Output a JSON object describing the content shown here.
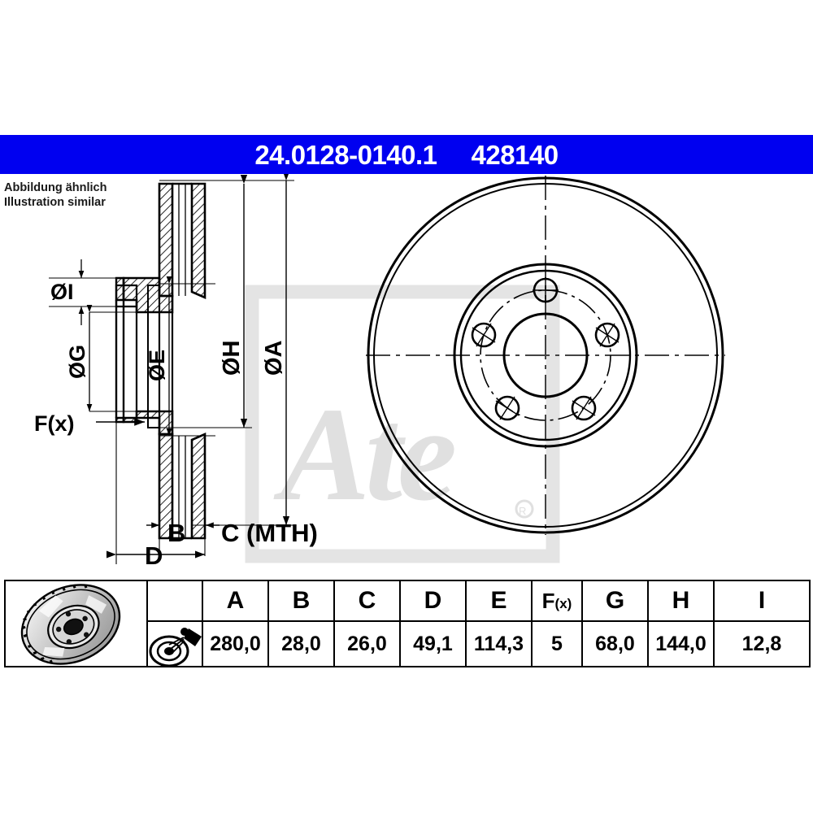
{
  "header": {
    "part_number": "24.0128-0140.1",
    "article_number": "428140",
    "bar_color": "#0000f0",
    "text_color": "#ffffff"
  },
  "note": {
    "line_de": "Abbildung ähnlich",
    "line_en": "Illustration similar"
  },
  "watermark": {
    "brand": "Ate",
    "registered_mark": "®",
    "color": "#e2e2e2"
  },
  "drawing": {
    "section_view": {
      "name": "brake-disc-cross-section",
      "labels": [
        {
          "id": "I",
          "text": "ØI",
          "orientation": "horizontal"
        },
        {
          "id": "G",
          "text": "ØG",
          "orientation": "vertical"
        },
        {
          "id": "E",
          "text": "ØE",
          "orientation": "vertical"
        },
        {
          "id": "H",
          "text": "ØH",
          "orientation": "vertical"
        },
        {
          "id": "A",
          "text": "ØA",
          "orientation": "vertical"
        },
        {
          "id": "F",
          "text": "F(x)",
          "orientation": "horizontal"
        },
        {
          "id": "B",
          "text": "B",
          "orientation": "horizontal"
        },
        {
          "id": "C",
          "text": "C (MTH)",
          "orientation": "horizontal"
        },
        {
          "id": "D",
          "text": "D",
          "orientation": "horizontal"
        }
      ]
    },
    "face_view": {
      "name": "brake-disc-face-view",
      "bolt_hole_count": 5,
      "has_centerlines": true,
      "has_bolt_circle": true
    }
  },
  "table": {
    "columns": [
      "A",
      "B",
      "C",
      "D",
      "E",
      "F(x)",
      "G",
      "H",
      "I"
    ],
    "fx_label_main": "F",
    "fx_label_sub": "(x)",
    "values": [
      "280,0",
      "28,0",
      "26,0",
      "49,1",
      "114,3",
      "5",
      "68,0",
      "144,0",
      "12,8"
    ],
    "icons": {
      "disc_photo": "brake-disc-3d-icon",
      "coating_icon": "disc-coating-spray-icon"
    }
  }
}
